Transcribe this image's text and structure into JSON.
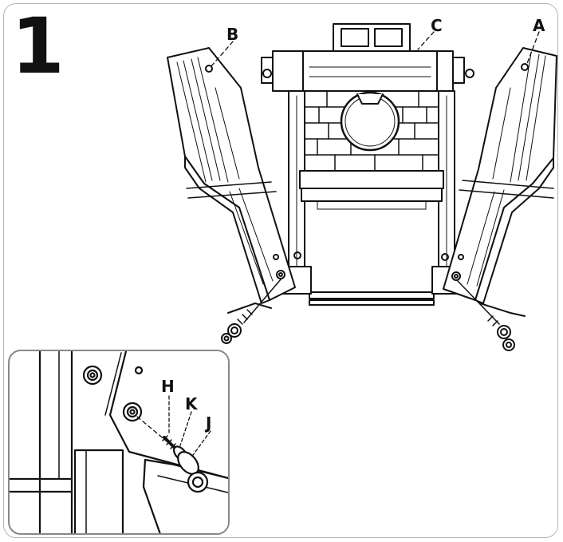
{
  "step": {
    "number": "1"
  },
  "callouts": {
    "part_a": "A",
    "part_b": "B",
    "part_c": "C"
  },
  "inset": {
    "callouts": {
      "part_h": "H",
      "part_k": "K",
      "part_j": "J"
    }
  },
  "colors": {
    "line": "#111111",
    "frame": "#b5b5b5",
    "inset_border": "#888888"
  }
}
